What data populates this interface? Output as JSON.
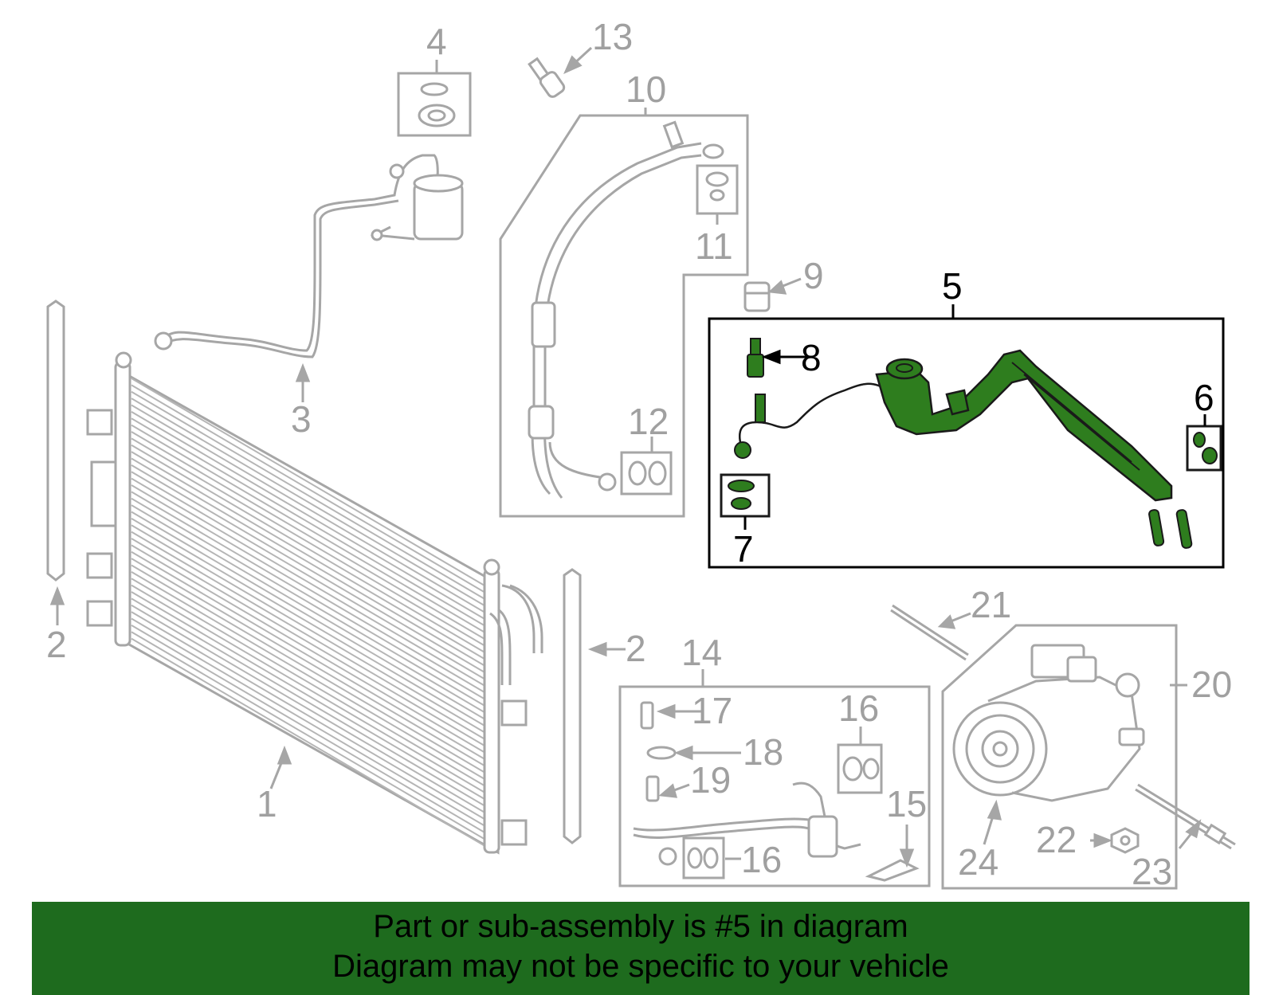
{
  "diagram": {
    "highlight_color": "#2e7d1e",
    "callouts": {
      "c1": "1",
      "c2a": "2",
      "c2b": "2",
      "c3": "3",
      "c4": "4",
      "c5": "5",
      "c6": "6",
      "c7": "7",
      "c8": "8",
      "c9": "9",
      "c10": "10",
      "c11": "11",
      "c12": "12",
      "c13": "13",
      "c14": "14",
      "c15": "15",
      "c16a": "16",
      "c16b": "16",
      "c17": "17",
      "c18": "18",
      "c19": "19",
      "c20": "20",
      "c21": "21",
      "c22": "22",
      "c23": "23",
      "c24": "24"
    }
  },
  "banner": {
    "line1": "Part or sub-assembly is #5 in diagram",
    "line2": "Diagram may not be specific to your vehicle",
    "background": "#1e6b1e"
  }
}
